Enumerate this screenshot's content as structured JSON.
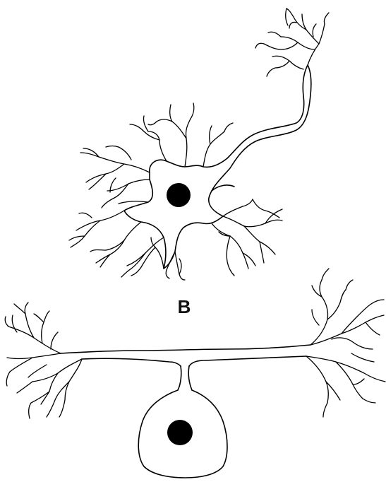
{
  "figure": {
    "label_b": "B",
    "colors": {
      "stroke": "#000000",
      "nucleus": "#000000",
      "background": "#ffffff"
    },
    "cells": [
      {
        "id": "multipolar",
        "type": "multipolar-neuron"
      },
      {
        "id": "pseudounipolar",
        "type": "pseudounipolar-neuron"
      }
    ]
  }
}
